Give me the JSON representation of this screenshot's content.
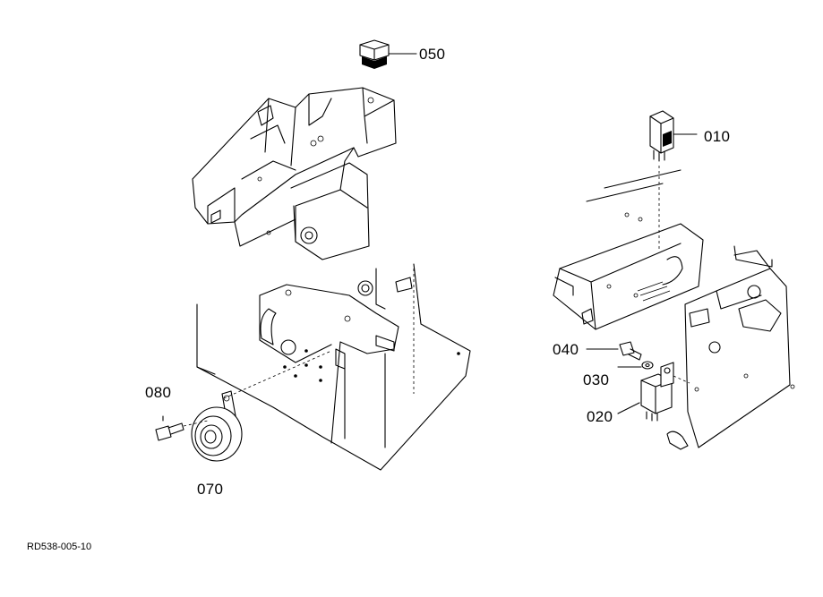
{
  "callouts": {
    "p010": "010",
    "p020": "020",
    "p030": "030",
    "p040": "040",
    "p050": "050",
    "p070": "070",
    "p080": "080"
  },
  "drawing_ref": "RD538-005-10"
}
